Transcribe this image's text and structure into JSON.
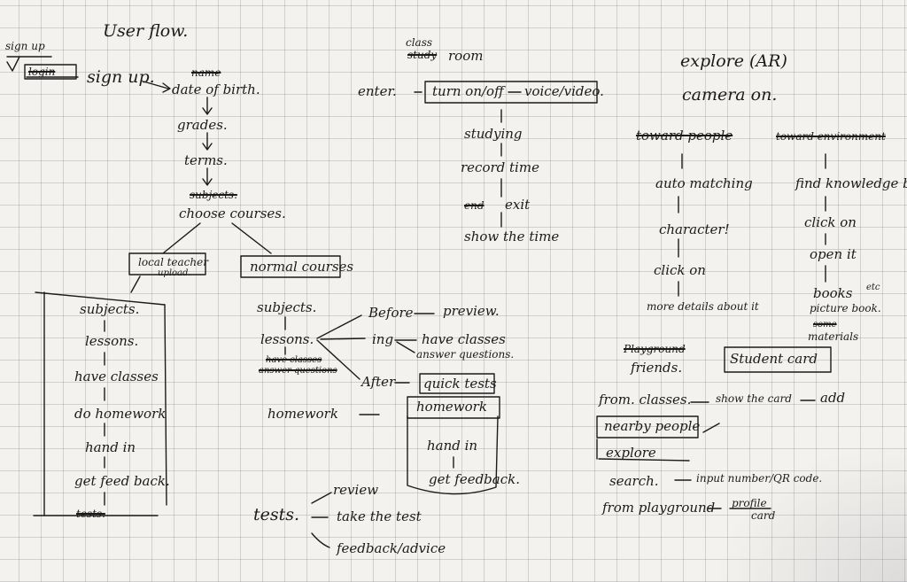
{
  "title": "User flow.",
  "signup_branch": {
    "sign_up": "sign up",
    "login": "login",
    "sign_up_main": "sign up.",
    "name_crossed": "name",
    "date_of_birth": "date of birth.",
    "grades": "grades.",
    "terms": "terms.",
    "subjects_crossed": "subjects.",
    "choose_courses": "choose courses.",
    "local_teacher": "local teacher",
    "upload": "upload.",
    "normal_courses": "normal courses"
  },
  "local_list": [
    "subjects.",
    "lessons.",
    "have classes",
    "do homework",
    "hand in",
    "get feed back.",
    "tests."
  ],
  "normal_list": {
    "subjects": "subjects.",
    "lessons": "lessons.",
    "have_classes_crossed": "have classes",
    "answer_questions_crossed": "answer questions",
    "homework": "homework",
    "tests": "tests."
  },
  "lesson_phases": {
    "before": "Before",
    "preview": "preview.",
    "ing": "ing",
    "have_classes": "have classes",
    "answer_questions": "answer questions.",
    "after": "After",
    "quick_tests": "quick tests",
    "homework": "homework",
    "hand_in": "hand in",
    "get_feedback": "get feedback."
  },
  "tests_branch": {
    "review": "review",
    "take_test": "take the test",
    "feedback": "feedback/advice"
  },
  "class_room": {
    "class": "class",
    "study_crossed": "study",
    "room": "room",
    "enter": "enter.",
    "turn_on_off": "turn on/off",
    "voice_video": "voice/video.",
    "studying": "studying",
    "record_time": "record time",
    "end_crossed": "end",
    "exit": "exit",
    "show_time": "show the time"
  },
  "explore": {
    "title": "explore (AR)",
    "camera_on": "camera on.",
    "toward_people": "toward people",
    "toward_environment": "toward environment",
    "auto_matching": "auto matching",
    "character": "character!",
    "click_on_left": "click on",
    "more_details": "more details about it",
    "find_knowledge_box": "find knowledge box",
    "click_on_right": "click on",
    "open_it": "open it",
    "books": "books",
    "etc": "etc",
    "picture_book": "picture book.",
    "some": "some",
    "materials": "materials"
  },
  "friends": {
    "playground_crossed": "Playground",
    "friends": "friends.",
    "student_card": "Student card",
    "from_classes": "from. classes.",
    "show_card": "show the card",
    "add": "add",
    "nearby_people": "nearby people",
    "explore": "explore",
    "search": "search.",
    "input_number": "input number/QR code.",
    "from_playground": "from playground",
    "profile": "profile",
    "card": "card"
  }
}
